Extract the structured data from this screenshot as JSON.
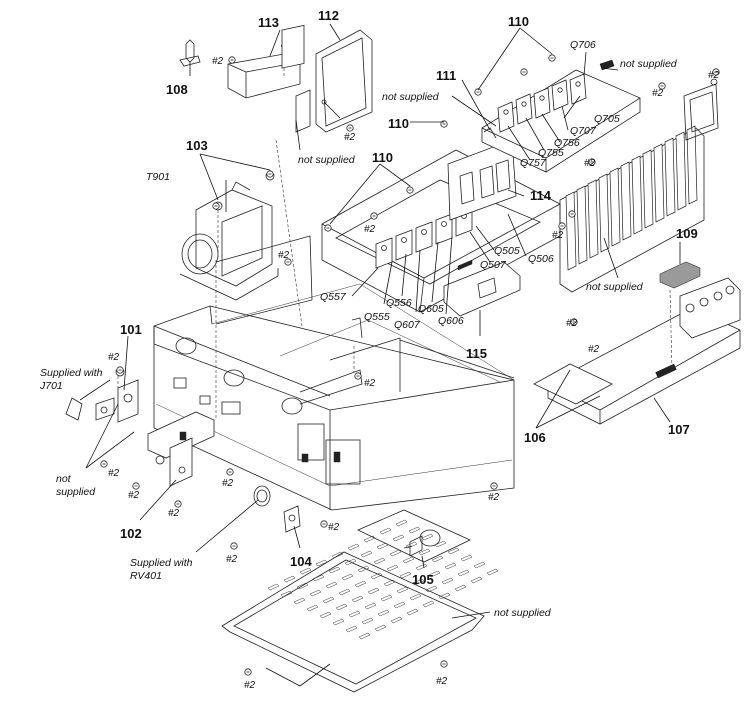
{
  "diagram": {
    "numbers": {
      "n101": "101",
      "n102": "102",
      "n103": "103",
      "n104": "104",
      "n105": "105",
      "n106": "106",
      "n107": "107",
      "n108": "108",
      "n109": "109",
      "n110a": "110",
      "n110b": "110",
      "n110c": "110",
      "n111": "111",
      "n112": "112",
      "n113": "113",
      "n114": "114",
      "n115": "115"
    },
    "parts": {
      "t901": "T901",
      "q706": "Q706",
      "q705": "Q705",
      "q707": "Q707",
      "q756": "Q756",
      "q755": "Q755",
      "q757": "Q757",
      "q505": "Q505",
      "q507": "Q507",
      "q506": "Q506",
      "q557": "Q557",
      "q556": "Q556",
      "q555": "Q555",
      "q605": "Q605",
      "q607": "Q607",
      "q606": "Q606"
    },
    "notes": {
      "ns_top_right": "not supplied",
      "ns_top_mid": "not supplied",
      "ns_113": "not supplied",
      "ns_heatsink": "not supplied",
      "ns_left_1": "not",
      "ns_left_2": "supplied",
      "ns_bottom": "not supplied",
      "supplied_j701_1": "Supplied with",
      "supplied_j701_2": "J701",
      "supplied_rv401_1": "Supplied with",
      "supplied_rv401_2": "RV401"
    },
    "screws": {
      "s1": "#2",
      "s2": "#2",
      "s3": "#2",
      "s4": "#2",
      "s5": "#2",
      "s6": "#2",
      "s7": "#2",
      "s8": "#2",
      "s9": "#2",
      "s10": "#2",
      "s11": "#2",
      "s12": "#2",
      "s13": "#2",
      "s14": "#2",
      "s15": "#2",
      "s16": "#2",
      "s17": "#2",
      "s18": "#2",
      "s19": "#2",
      "s20": "#2",
      "s21": "#2"
    }
  }
}
